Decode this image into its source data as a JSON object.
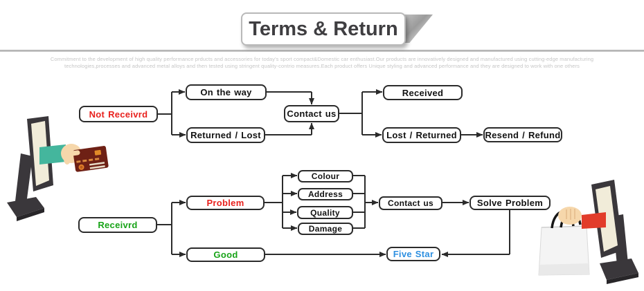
{
  "header": {
    "title": "Terms & Return",
    "description_line1": "Commitment to the development of high quality performance prducts and accessories for today's sport compact&Domestic car enthusiast.Our products are innovatively designed and manufactured using cutting-edge manufacturing",
    "description_line2": "technologies,processes and advanced metal alloys and then tested using stringent quality-contrio measures.Each  product offers Unique styling and advanced performance and they are designed to work with one others"
  },
  "flowchart": {
    "top": {
      "not_received": "Not Receivrd",
      "on_the_way": "On the way",
      "returned_lost": "Returned / Lost",
      "contact_us": "Contact us",
      "received": "Received",
      "lost_returned": "Lost / Returned",
      "resend_refund": "Resend / Refund"
    },
    "bottom": {
      "received": "Receivrd",
      "problem": "Problem",
      "good": "Good",
      "colour": "Colour",
      "address": "Address",
      "quality": "Quality",
      "damage": "Damage",
      "contact_us": "Contact us",
      "solve_problem": "Solve Problem",
      "five_star": "Five Star"
    }
  },
  "colors": {
    "red": "#e8211d",
    "green": "#17a317",
    "blue": "#2d8fe0",
    "line": "#2b2b2b"
  },
  "illustrations": {
    "left": "monitor-hand-credit-card",
    "right": "monitor-hand-shopping-bag"
  }
}
